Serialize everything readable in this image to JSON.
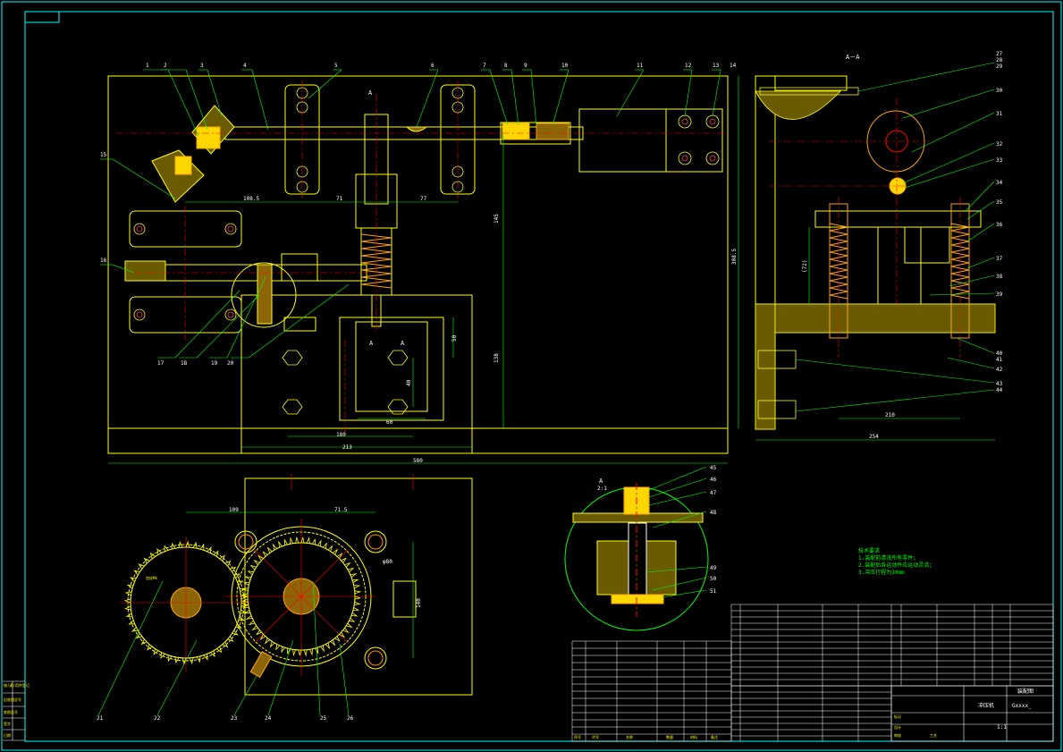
{
  "colors": {
    "background": "#000000",
    "outline": "#ffff00",
    "leader": "#00ff00",
    "centerline": "#ff0000",
    "dimension": "#00ffff",
    "text": "#ffffff",
    "frame": "#00ffff"
  },
  "view_front": {
    "callouts_top": [
      "1",
      "2",
      "3",
      "4",
      "5",
      "6",
      "7",
      "8",
      "9",
      "10",
      "11",
      "12",
      "13",
      "14"
    ],
    "callouts_left": [
      "15",
      "16"
    ],
    "callouts_bottom": [
      "17",
      "18",
      "19",
      "20"
    ],
    "section_mark_a": "A",
    "dims": {
      "d108": "108.5",
      "d71": "71",
      "d77": "77",
      "d145": "145",
      "d50": "50",
      "d138": "138",
      "d40": "40",
      "d60": "60",
      "d180": "180",
      "d213": "213",
      "d580": "580",
      "d308": "308.5"
    }
  },
  "view_section": {
    "title": "A－A",
    "callouts_right": [
      "27",
      "28",
      "29",
      "30",
      "31",
      "32",
      "33",
      "34",
      "35",
      "36",
      "37",
      "38",
      "39",
      "40",
      "41",
      "42",
      "43",
      "44"
    ],
    "dims": {
      "d72": "(72)",
      "d210": "210",
      "d254": "254"
    }
  },
  "view_gear": {
    "callouts_bottom": [
      "21",
      "22",
      "23",
      "24",
      "25",
      "26"
    ],
    "dims": {
      "d109": "109",
      "d71": "71.5",
      "d140": "140",
      "phi": "φ80"
    },
    "hub_label": "齿轮M4"
  },
  "view_detail": {
    "label_letter": "A",
    "label_scale": "2:1",
    "callouts": [
      "45",
      "46",
      "47",
      "48",
      "49",
      "50",
      "51"
    ]
  },
  "notes": {
    "title": "技术要求",
    "lines": [
      "1.装配前清洗所有零件；",
      "2.装配后各运动件应运动灵活；",
      "3.冲压行程为20mm"
    ]
  },
  "title_block": {
    "drawing_name": "冲压机",
    "scale": "1:1",
    "material_label": "装配图",
    "code": "Gxxxx_",
    "row_labels": [
      "标记",
      "设计",
      "审核",
      "工艺"
    ],
    "head_labels": [
      "序号",
      "代号",
      "名称",
      "数量",
      "材料",
      "备注"
    ]
  },
  "left_strip": [
    "借(通)用件登记",
    "旧底图总号",
    "底图总号",
    "签字",
    "日期"
  ]
}
